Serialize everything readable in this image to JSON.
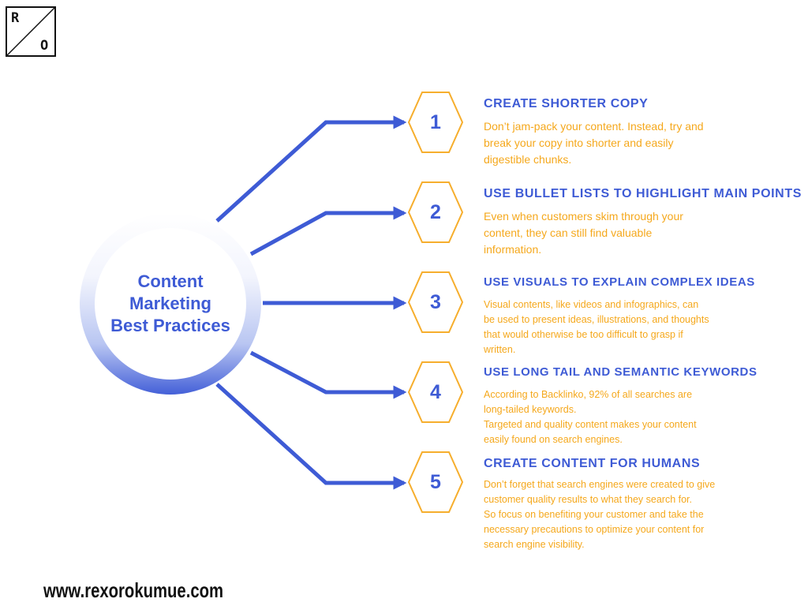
{
  "logo": {
    "letter_top": "R",
    "letter_bottom": "O"
  },
  "hub": {
    "title": "Content\nMarketing\nBest Practices"
  },
  "colors": {
    "accent_blue": "#3e5bd5",
    "accent_orange": "#f5a81c",
    "hexagon_stroke": "#f6ae2d"
  },
  "items": [
    {
      "number": "1",
      "title": "CREATE SHORTER COPY",
      "description": "Don’t jam-pack your content. Instead, try and\nbreak your copy into shorter and easily\ndigestible chunks."
    },
    {
      "number": "2",
      "title": "USE BULLET LISTS TO HIGHLIGHT MAIN POINTS",
      "description": "Even when customers skim through your\ncontent, they can still find valuable\ninformation."
    },
    {
      "number": "3",
      "title": "USE VISUALS TO EXPLAIN COMPLEX IDEAS",
      "description": "Visual contents, like videos and infographics, can\nbe used to present ideas, illustrations, and thoughts\nthat would otherwise be too difficult to grasp if\nwritten."
    },
    {
      "number": "4",
      "title": "USE LONG TAIL AND SEMANTIC KEYWORDS",
      "description": "According to Backlinko, 92% of all searches are\nlong-tailed keywords.\nTargeted and quality content makes your content\neasily found on search engines."
    },
    {
      "number": "5",
      "title": "CREATE CONTENT FOR HUMANS",
      "description": "Don’t forget that search engines were created to give\ncustomer quality results to what they search for.\nSo focus on benefiting your customer and take the\nnecessary precautions to optimize your content for\nsearch engine visibility."
    }
  ],
  "footer": {
    "url": "www.rexorokumue.com"
  }
}
